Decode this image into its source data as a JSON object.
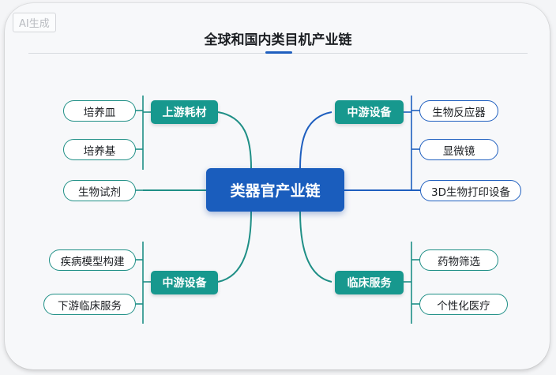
{
  "watermark": "AI生成",
  "title": "全球和国内类目机产业链",
  "center": "类器官产业链",
  "branches": {
    "top_left": {
      "label": "上游耗材",
      "items": [
        "培养皿",
        "培养基",
        "生物试剂"
      ]
    },
    "top_right": {
      "label": "中游设备",
      "items": [
        "生物反应器",
        "显微镜",
        "3D生物打印设备"
      ]
    },
    "bottom_left": {
      "label": "中游设备",
      "items": [
        "疾病模型构建",
        "下游临床服务"
      ]
    },
    "bottom_right": {
      "label": "临床服务",
      "items": [
        "药物筛选",
        "个性化医疗"
      ]
    }
  },
  "colors": {
    "teal": "#17988e",
    "blue": "#1a5dbd",
    "teal_line": "#1f8f86",
    "blue_line": "#1f5fbf"
  }
}
